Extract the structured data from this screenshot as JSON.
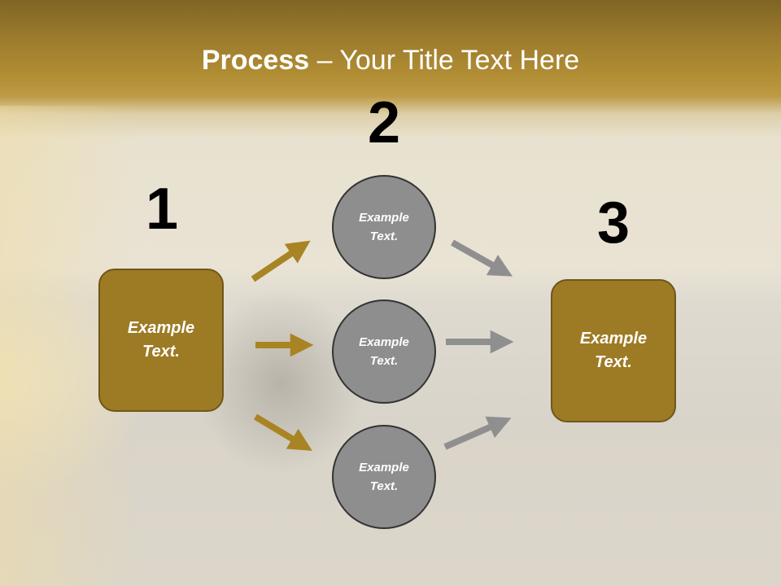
{
  "title": {
    "bold": "Process",
    "rest": " – Your Title Text Here"
  },
  "steps": [
    {
      "number": "1",
      "text": "Example Text."
    },
    {
      "number": "2",
      "nodes": [
        "Example Text.",
        "Example Text.",
        "Example Text."
      ]
    },
    {
      "number": "3",
      "text": "Example Text."
    }
  ],
  "colors": {
    "accent": "#9d7a24",
    "circle": "#8e8e8e",
    "arrow_gold": "#a88424",
    "arrow_gray": "#8f8f8f"
  }
}
